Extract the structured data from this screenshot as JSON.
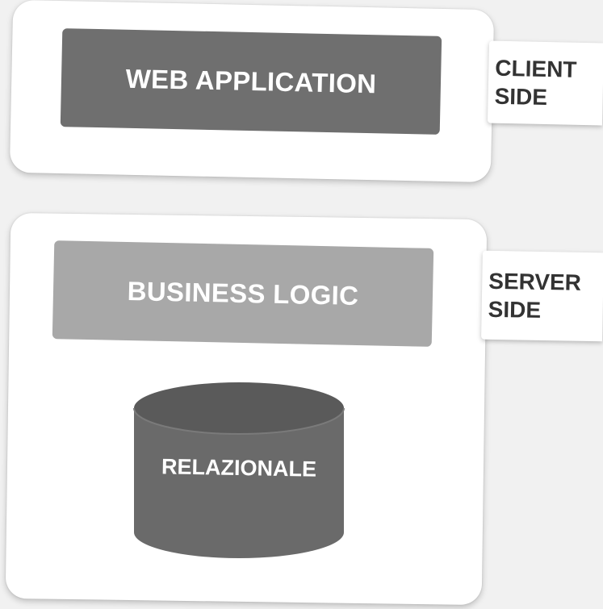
{
  "client": {
    "box_label": "WEB APPLICATION",
    "tag_line1": "CLIENT",
    "tag_line2": "SIDE"
  },
  "server": {
    "box_label": "BUSINESS LOGIC",
    "tag_line1": "SERVER",
    "tag_line2": "SIDE",
    "database_label": "RELAZIONALE"
  },
  "colors": {
    "background": "#f1f1f1",
    "panel": "#ffffff",
    "web_application_box": "#6f6f6f",
    "business_logic_box": "#a8a8a8",
    "database_body": "#6a6a6a",
    "database_top": "#5a5a5a",
    "tag_text": "#333333"
  }
}
